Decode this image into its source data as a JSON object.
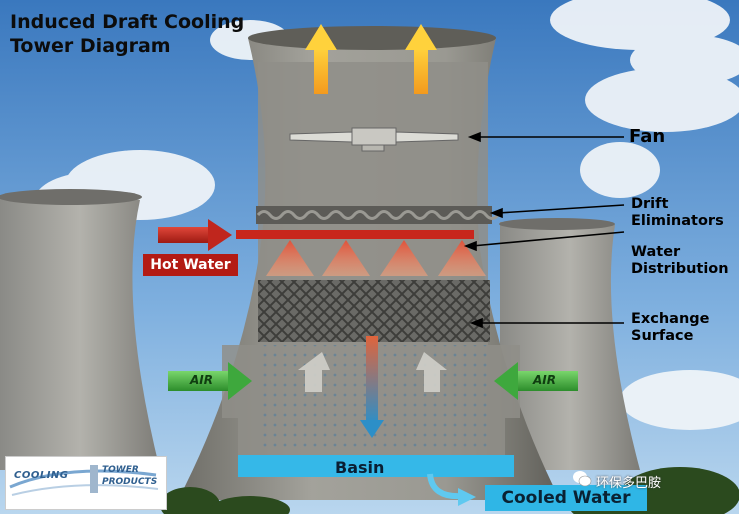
{
  "title": "Induced Draft Cooling\nTower Diagram",
  "labels": {
    "fan": "Fan",
    "drift": "Drift\nEliminators",
    "water": "Water\nDistribution",
    "exchange": "Exchange\nSurface",
    "hot_water": "Hot Water",
    "air_left": "AIR",
    "air_right": "AIR",
    "basin": "Basin",
    "cooled_water": "Cooled Water"
  },
  "logo": {
    "text_left": "COOLING",
    "text_right": "TOWER\nPRODUCTS"
  },
  "watermark": "环保多巴胺",
  "colors": {
    "sky_top": "#3f7fc1",
    "sky_bottom": "#a9cbe9",
    "tower": "#8d8c85",
    "hot": "#c0261d",
    "air": "#3ea83d",
    "basin": "#35b8e8",
    "exhaust": "#f5a21f"
  }
}
